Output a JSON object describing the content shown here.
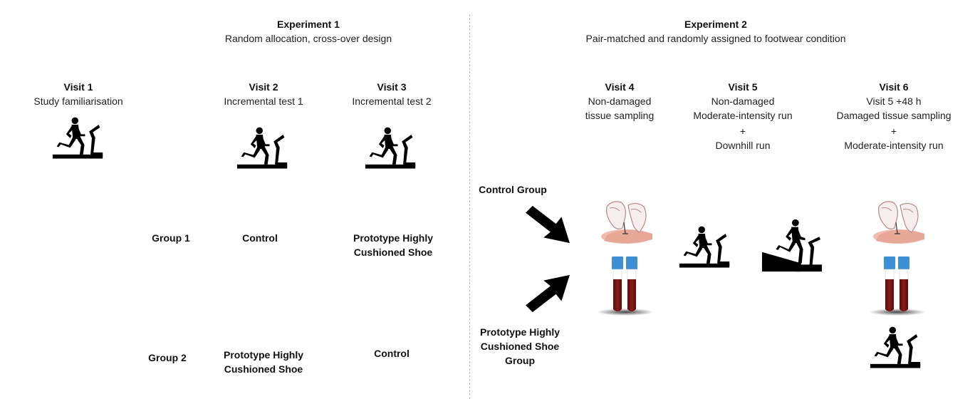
{
  "experiment1": {
    "title": "Experiment 1",
    "subtitle": "Random allocation, cross-over design",
    "visits": [
      {
        "label": "Visit 1",
        "desc": "Study familiarisation"
      },
      {
        "label": "Visit 2",
        "desc": "Incremental test 1"
      },
      {
        "label": "Visit 3",
        "desc": "Incremental test 2"
      }
    ],
    "groups": [
      {
        "label": "Group 1",
        "visit2": "Control",
        "visit3_line1": "Prototype Highly",
        "visit3_line2": "Cushioned Shoe"
      },
      {
        "label": "Group 2",
        "visit2_line1": "Prototype Highly",
        "visit2_line2": "Cushioned Shoe",
        "visit3": "Control"
      }
    ]
  },
  "experiment2": {
    "title": "Experiment 2",
    "subtitle": "Pair-matched and randomly assigned to footwear condition",
    "visits": [
      {
        "label": "Visit 4",
        "lines": [
          "Non-damaged",
          "tissue sampling"
        ]
      },
      {
        "label": "Visit 5",
        "lines": [
          "Non-damaged",
          "Moderate-intensity run",
          "+",
          "Downhill run"
        ]
      },
      {
        "label": "Visit 6",
        "lines": [
          "Visit 5 +48 h",
          "Damaged tissue sampling",
          "+",
          "Moderate-intensity run"
        ]
      }
    ],
    "groups": {
      "control": "Control Group",
      "prototype_lines": [
        "Prototype Highly",
        "Cushioned Shoe",
        "Group"
      ]
    }
  },
  "icons": {
    "treadmill": "treadmill-runner-icon",
    "downhill": "downhill-treadmill-icon",
    "biopsy": "muscle-biopsy-icon",
    "blood": "blood-tubes-icon",
    "arrow": "arrow-icon"
  },
  "colors": {
    "divider": "#9cc3e4",
    "tube_cap": "#3d8fd6",
    "blood": "#7a1414",
    "skin": "#e8b3a6"
  }
}
